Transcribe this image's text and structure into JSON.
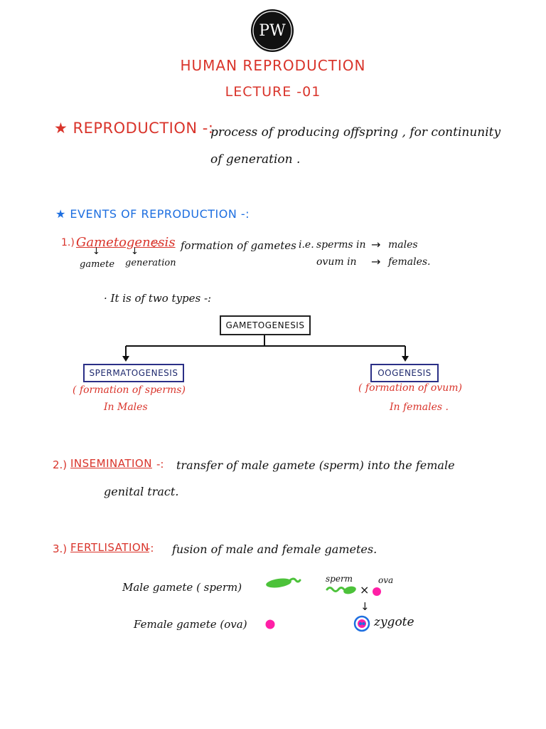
{
  "header": {
    "logo_text": "PW",
    "title": "HUMAN REPRODUCTION",
    "lecture": "LECTURE -01"
  },
  "reproduction": {
    "heading": "★ REPRODUCTION -:",
    "definition_line1": "process of producing offspring , for continunity",
    "definition_line2": "of generation ."
  },
  "events": {
    "heading": "★ EVENTS OF REPRODUCTION -:"
  },
  "gametogenesis": {
    "number": "1.)",
    "term": "Gametogenesis",
    "separator": ":-",
    "definition": "formation of gametes",
    "ie": "i.e.",
    "sperm_in": "sperms in",
    "ovum_in": "ovum in",
    "arrow": "→",
    "males": "males",
    "females": "females.",
    "down_arrow": "↓",
    "part1": "gamete",
    "part2": "generation",
    "types_note": "· It is of two types -:"
  },
  "tree": {
    "root": "GAMETOGENESIS",
    "left": {
      "label": "SPERMATOGENESIS",
      "desc": "( formation of sperms)",
      "in": "In Males"
    },
    "right": {
      "label": "OOGENESIS",
      "desc": "( formation of ovum)",
      "in": "In females ."
    }
  },
  "insemination": {
    "number": "2.)",
    "term": "INSEMINATION",
    "separator": "-:",
    "definition_line1": "transfer of male gamete (sperm) into the female",
    "definition_line2": "genital tract."
  },
  "fertilisation": {
    "number": "3.)",
    "term": "FERTLISATION",
    "separator": "-:",
    "definition": "fusion of male and female gametes.",
    "male_label": "Male gamete ( sperm)",
    "female_label": "Female gamete (ova)",
    "sperm_small": "sperm",
    "ova_small": "ova",
    "times": "×",
    "down_arrow": "↓",
    "zygote": "zygote"
  },
  "colors": {
    "red": "#d9342b",
    "blue": "#1e6fe0",
    "navy": "#2b2f86",
    "sperm_green": "#4cc23a",
    "ova_magenta": "#ff1fa6"
  }
}
